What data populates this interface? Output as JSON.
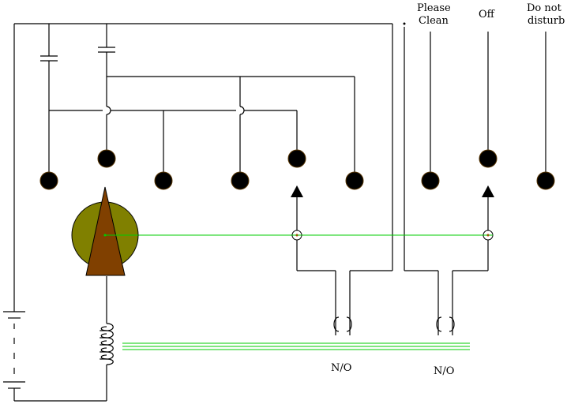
{
  "labels": {
    "please_clean_line1": "Please",
    "please_clean_line2": "Clean",
    "off": "Off",
    "do_not_line1": "Do not",
    "do_not_line2": "disturb",
    "no_contact_1": "N/O",
    "no_contact_2": "N/O"
  },
  "colors": {
    "wire": "#000000",
    "green_link": "#00cc00",
    "rotor_disc": "#808000",
    "rotor_pointer": "#804000",
    "contact": "#000000",
    "pivot_dot": "#ff0000"
  },
  "icons": {
    "battery": "battery-symbol",
    "capacitor": "capacitor-symbol",
    "coil": "inductor-coil-symbol",
    "contacts": "normally-open-contact-symbol"
  }
}
